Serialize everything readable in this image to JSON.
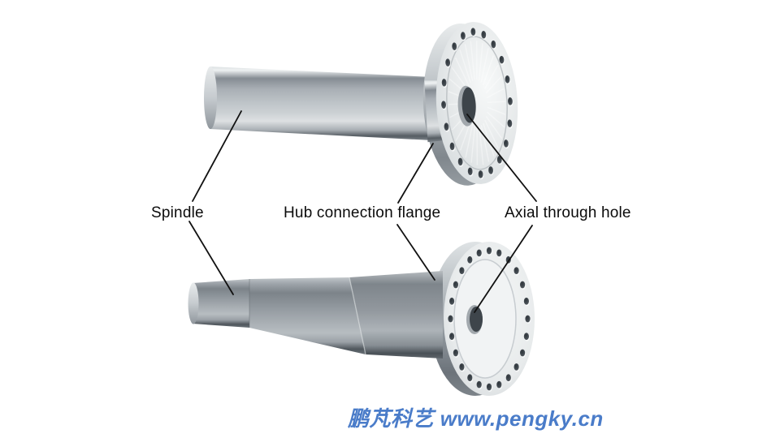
{
  "page": {
    "background_color": "#ffffff"
  },
  "annotations": {
    "spindle": {
      "label": "Spindle"
    },
    "hub_flange": {
      "label": "Hub connection flange"
    },
    "axial_hole": {
      "label": "Axial through hole"
    }
  },
  "figures": {
    "top_spindle": {
      "flange_bolt_holes": 20
    },
    "bottom_spindle": {
      "flange_bolt_holes": 24
    }
  },
  "watermark": {
    "text": "鹏芃科艺 www.pengky.cn",
    "color": "#4a7cc9"
  },
  "colors": {
    "label_text": "#0b0b0b",
    "leader_line": "#111111",
    "metal_light": "#dde0e2",
    "metal_dark": "#565d63"
  }
}
